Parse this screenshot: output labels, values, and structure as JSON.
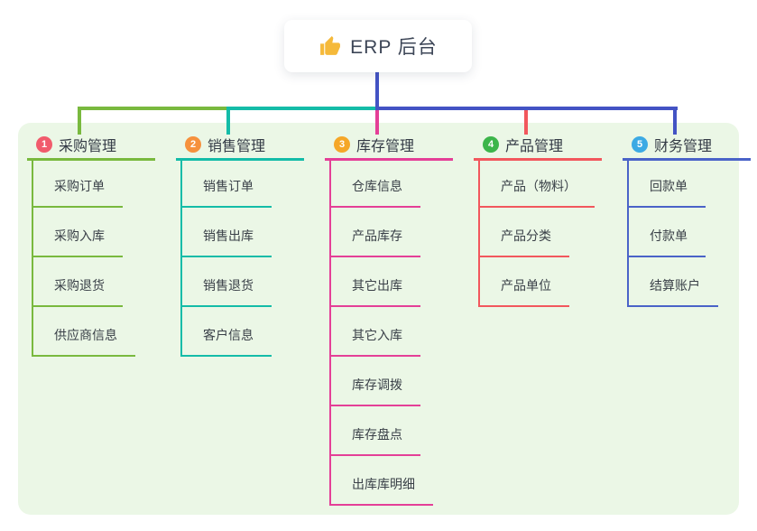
{
  "root": {
    "title": "ERP 后台",
    "icon": "thumbs-up-icon"
  },
  "branches": [
    {
      "index": "1",
      "title": "采购管理",
      "badge_color": "#f15b6c",
      "line_color": "#79b93e",
      "children": [
        "采购订单",
        "采购入库",
        "采购退货",
        "供应商信息"
      ]
    },
    {
      "index": "2",
      "title": "销售管理",
      "badge_color": "#f6913d",
      "line_color": "#14bca8",
      "children": [
        "销售订单",
        "销售出库",
        "销售退货",
        "客户信息"
      ]
    },
    {
      "index": "3",
      "title": "库存管理",
      "badge_color": "#f5a728",
      "line_color": "#e43f97",
      "children": [
        "仓库信息",
        "产品库存",
        "其它出库",
        "其它入库",
        "库存调拨",
        "库存盘点",
        "出库库明细"
      ]
    },
    {
      "index": "4",
      "title": "产品管理",
      "badge_color": "#3cb54a",
      "line_color": "#f2575d",
      "children": [
        "产品（物料）",
        "产品分类",
        "产品单位"
      ]
    },
    {
      "index": "5",
      "title": "财务管理",
      "badge_color": "#3caae4",
      "line_color": "#4a63c8",
      "children": [
        "回款单",
        "付款单",
        "结算账户"
      ]
    }
  ],
  "colors": {
    "root_connector": "#4353c4",
    "panel_background": "#ebf7e6",
    "icon_color": "#f5b93a"
  }
}
